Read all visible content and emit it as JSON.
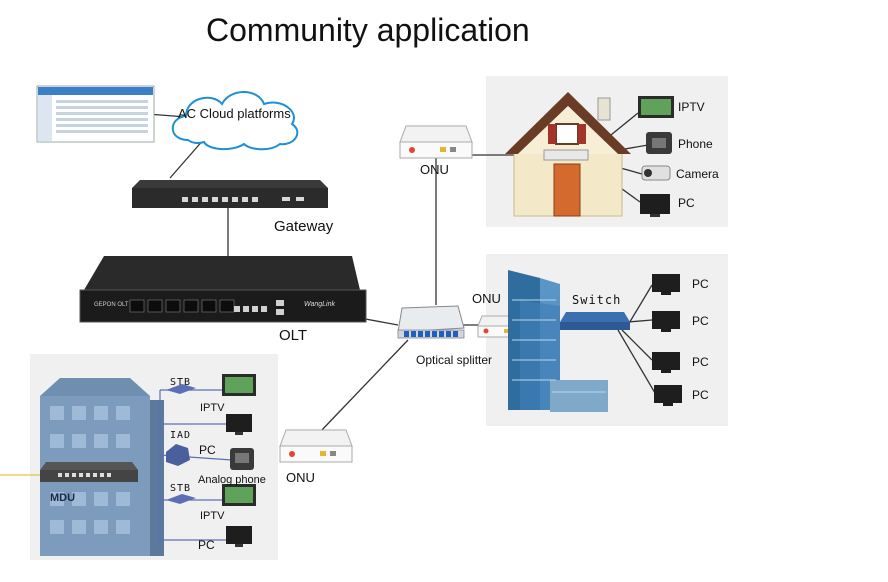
{
  "title": "Community application",
  "cloud": {
    "label": "AC Cloud platforms"
  },
  "gateway": {
    "label": "Gateway"
  },
  "olt": {
    "label": "OLT",
    "front_text_left": "GEPON OLT",
    "front_text_right": "WangLink"
  },
  "splitter": {
    "label": "Optical splitter"
  },
  "onu_home": {
    "label": "ONU"
  },
  "onu_building": {
    "label": "ONU"
  },
  "onu_mdu": {
    "label": "ONU"
  },
  "home": {
    "devices": [
      {
        "label": "IPTV",
        "icon": "tv-icon"
      },
      {
        "label": "Phone",
        "icon": "phone-icon"
      },
      {
        "label": "Camera",
        "icon": "camera-icon"
      },
      {
        "label": "PC",
        "icon": "pc-icon"
      }
    ]
  },
  "office": {
    "switch_label": "Switch",
    "pcs": [
      "PC",
      "PC",
      "PC",
      "PC"
    ]
  },
  "mdu": {
    "label": "MDU",
    "stb_1": "STB",
    "iptv_1": "IPTV",
    "iad": "IAD",
    "pc_1": "PC",
    "analog_phone": "Analog phone",
    "stb_2": "STB",
    "iptv_2": "IPTV",
    "pc_2": "PC"
  },
  "colors": {
    "panel": "#f0f0f0",
    "line": "#333333",
    "mdu_link": "#5a6fb5",
    "building": "#2f6d9e"
  }
}
